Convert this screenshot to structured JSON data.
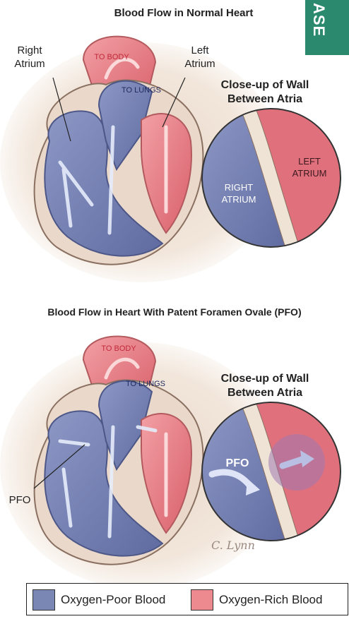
{
  "top": {
    "title": "Blood Flow in Normal Heart",
    "label_right_atrium": [
      "Right",
      "Atrium"
    ],
    "label_left_atrium": [
      "Left",
      "Atrium"
    ],
    "label_to_body": "TO BODY",
    "label_to_lungs": "TO LUNGS",
    "closeup_title": [
      "Close-up of Wall",
      "Between Atria"
    ],
    "closeup_left": [
      "LEFT",
      "ATRIUM"
    ],
    "closeup_right": [
      "RIGHT",
      "ATRIUM"
    ]
  },
  "bottom": {
    "title": "Blood Flow in Heart With Patent Foramen Ovale (PFO)",
    "label_to_body": "TO BODY",
    "label_to_lungs": "TO LUNGS",
    "closeup_title": [
      "Close-up of Wall",
      "Between Atria"
    ],
    "closeup_pfo": "PFO",
    "pfo_callout": "PFO",
    "signature": "C. Lynn"
  },
  "tab": {
    "text": "ASE",
    "color": "#2b8a6e"
  },
  "legend": {
    "poor_label": "Oxygen-Poor Blood",
    "rich_label": "Oxygen-Rich Blood",
    "poor_color": "#7a86b4",
    "rich_color": "#ec8a90"
  }
}
